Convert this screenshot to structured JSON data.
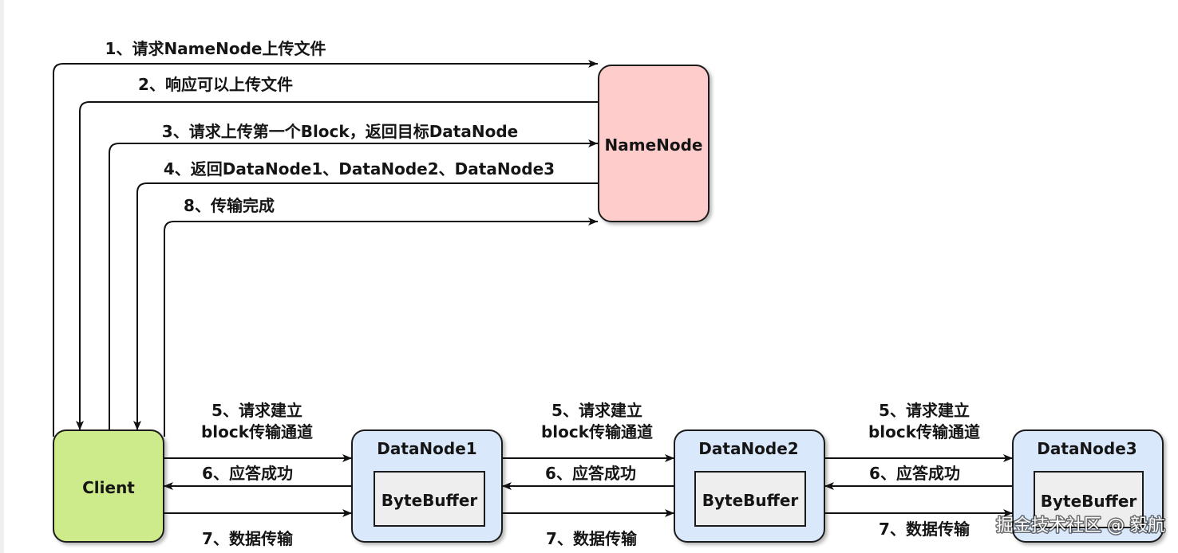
{
  "nodes": {
    "namenode": {
      "label": "NameNode"
    },
    "client": {
      "label": "Client"
    },
    "datanodes": [
      {
        "label": "DataNode1",
        "buffer_label": "ByteBuffer"
      },
      {
        "label": "DataNode2",
        "buffer_label": "ByteBuffer"
      },
      {
        "label": "DataNode3",
        "buffer_label": "ByteBuffer"
      }
    ]
  },
  "namenode_messages": {
    "step1": "1、请求NameNode上传文件",
    "step2": "2、响应可以上传文件",
    "step3": "3、请求上传第一个Block，返回目标DataNode",
    "step4": "4、返回DataNode1、DataNode2、DataNode3",
    "step8": "8、传输完成"
  },
  "pipeline_links": [
    {
      "setup_line1": "5、请求建立",
      "setup_line2": "block传输通道",
      "ack": "6、应答成功",
      "transfer": "7、数据传输"
    },
    {
      "setup_line1": "5、请求建立",
      "setup_line2": "block传输通道",
      "ack": "6、应答成功",
      "transfer": "7、数据传输"
    },
    {
      "setup_line1": "5、请求建立",
      "setup_line2": "block传输通道",
      "ack": "6、应答成功",
      "transfer": "7、数据传输"
    }
  ],
  "watermark": "掘金技术社区 @ 毅航",
  "colors": {
    "namenode_fill": "#FFCCCC",
    "client_fill": "#CDEB8B",
    "datanode_fill": "#DAE8FC",
    "buffer_fill": "#EEEEEE"
  }
}
